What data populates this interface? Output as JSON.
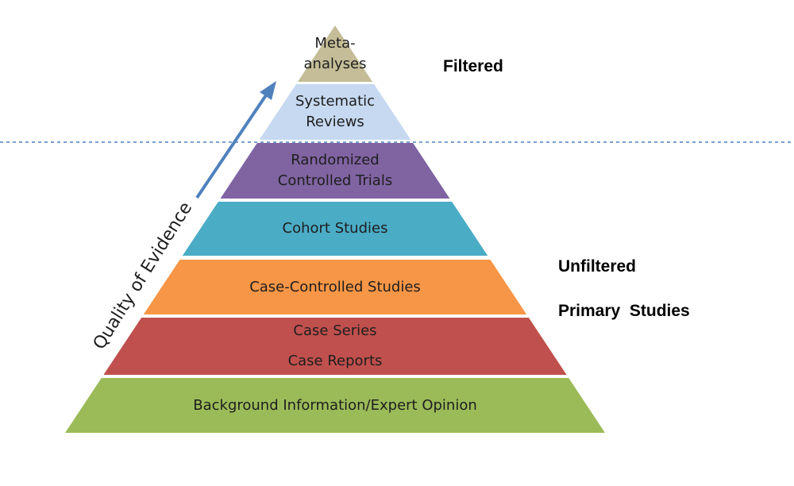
{
  "diagram": {
    "tiers": [
      {
        "id": "meta-analyses",
        "lines": [
          "Meta-",
          "analyses"
        ],
        "color": "#C4BD97"
      },
      {
        "id": "systematic-reviews",
        "lines": [
          "Systematic",
          "Reviews"
        ],
        "color": "#C6D9F1"
      },
      {
        "id": "randomized-controlled-trials",
        "lines": [
          "Randomized",
          "Controlled Trials"
        ],
        "color": "#8064A2"
      },
      {
        "id": "cohort-studies",
        "lines": [
          "Cohort Studies"
        ],
        "color": "#4BACC6"
      },
      {
        "id": "case-controlled-studies",
        "lines": [
          "Case-Controlled Studies"
        ],
        "color": "#F79646"
      },
      {
        "id": "case-series-reports",
        "lines": [
          "Case Series",
          "Case Reports"
        ],
        "color": "#C0504D"
      },
      {
        "id": "background-information",
        "lines": [
          "Background Information/Expert Opinion"
        ],
        "color": "#9BBB59"
      }
    ],
    "labels": {
      "filtered": "Filtered",
      "unfiltered": "Unfiltered",
      "primary": "Primary  Studies",
      "quality": "Quality of Evidence"
    },
    "colors": {
      "arrow": "#4F81BD",
      "divider": "#4F81BD",
      "text": "#1E1E1E"
    }
  }
}
